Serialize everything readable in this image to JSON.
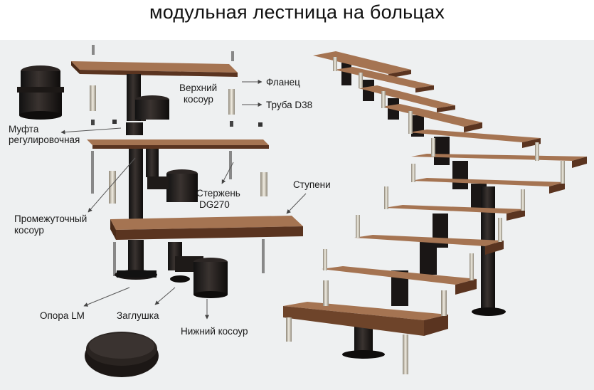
{
  "title": "модульная лестница на больцах",
  "labels": {
    "flanets": "Фланец",
    "verkhniy_kosour_1": "Верхний",
    "verkhniy_kosour_2": "косоур",
    "truba": "Труба D38",
    "mufta_1": "Муфта",
    "mufta_2": "регулировочная",
    "sterzhen_1": "Стержень",
    "sterzhen_2": "DG270",
    "stupeni": "Ступени",
    "promezhutochny_1": "Промежуточный",
    "promezhutochny_2": "косоур",
    "opora": "Опора LM",
    "zaglushka": "Заглушка",
    "nizhniy_kosour": "Нижний косоур"
  },
  "colors": {
    "wood_top": "#8a5a3c",
    "wood_edge": "#5a3420",
    "metal_dark": "#1e1a18",
    "chrome": "#c8c2b4",
    "panel_bg": "#eef0f1"
  }
}
